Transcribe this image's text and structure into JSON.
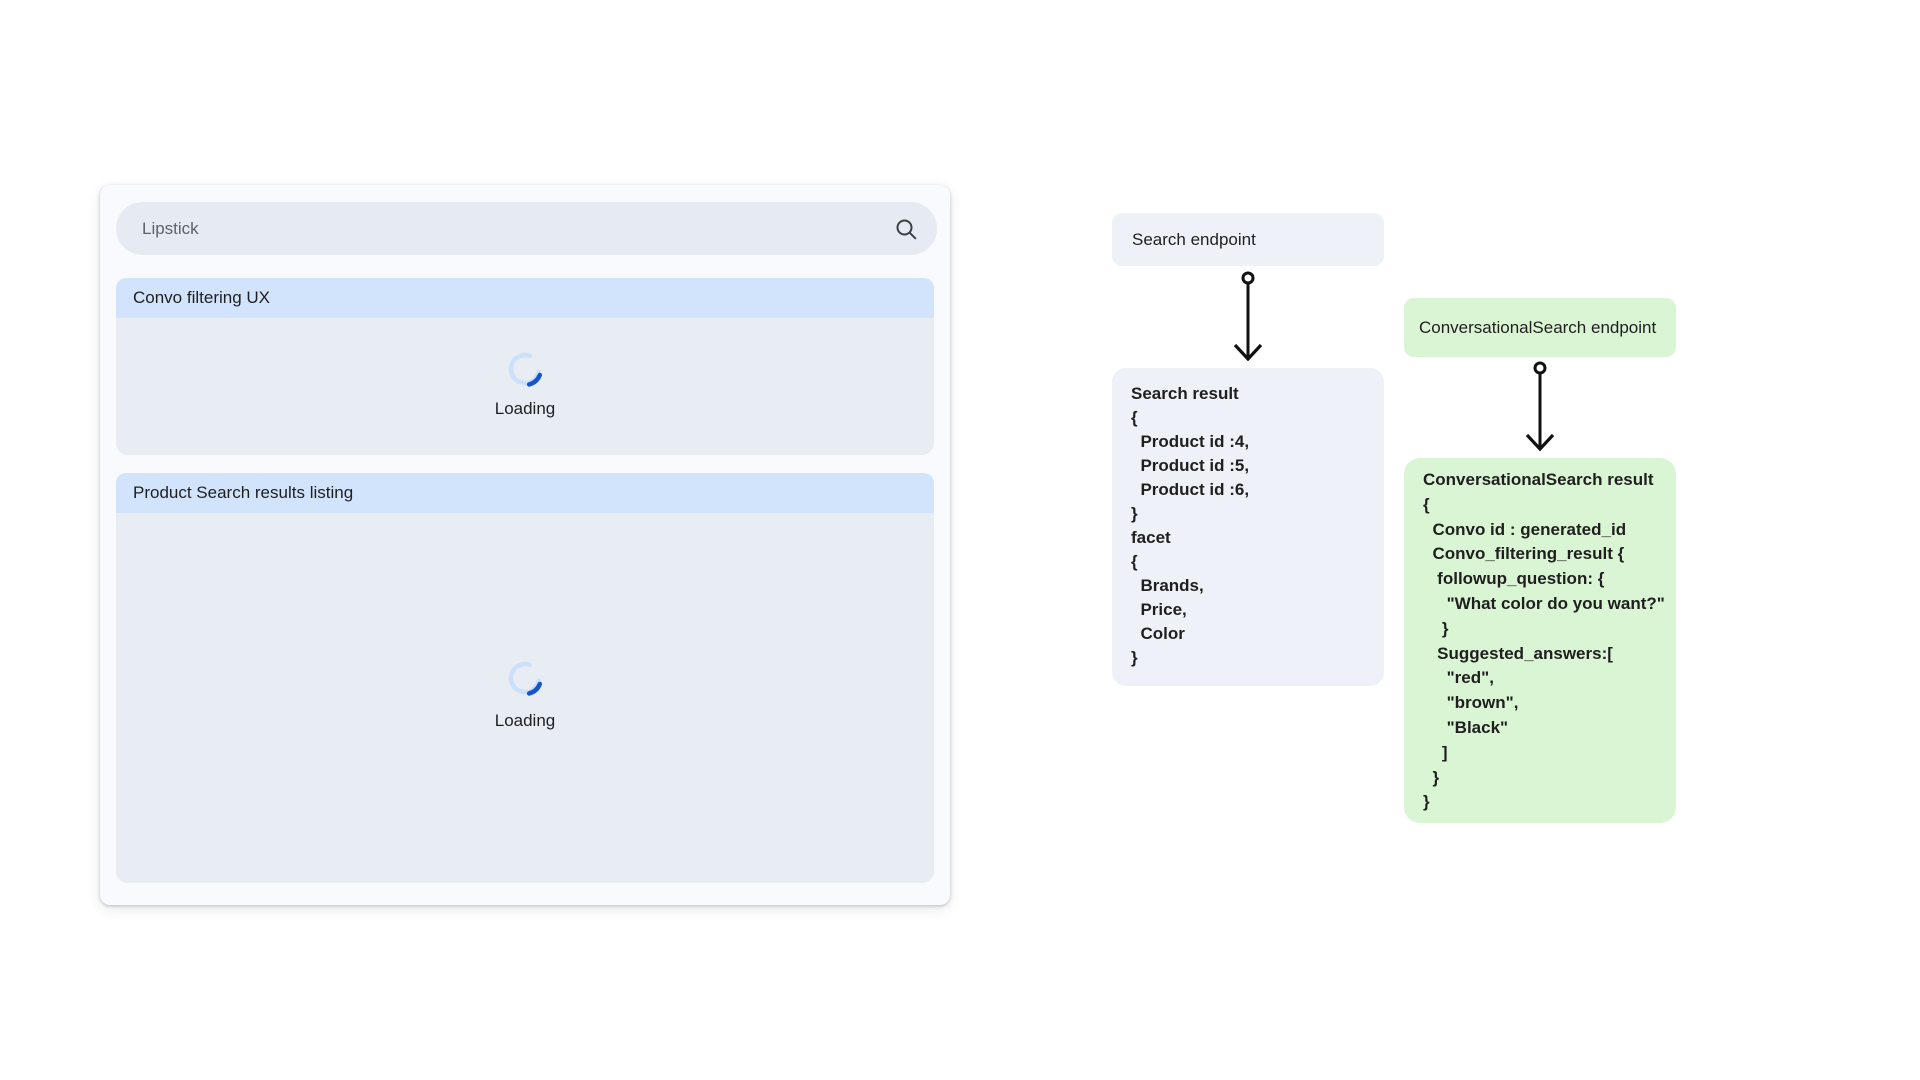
{
  "colors": {
    "card_bg": "#f8fafd",
    "panel_bg": "#e8ecf3",
    "header_bg": "#d2e3fc",
    "pill_bg": "#e6eaf2",
    "gray_node_bg": "#eef1f7",
    "green_node_bg": "#d9f5d3",
    "spinner_track": "#cbe0fa",
    "spinner_arc": "#1656c8",
    "text_primary": "#1f1f1f",
    "text_muted": "#5f6368",
    "arrow_color": "#111111"
  },
  "mock": {
    "search_bar": {
      "value": "Lipstick",
      "icon": "search-icon"
    },
    "sections": [
      {
        "title": "Convo filtering UX",
        "loading_label": "Loading",
        "spinner_icon": "spinner-icon"
      },
      {
        "title": "Product Search results listing",
        "loading_label": "Loading",
        "spinner_icon": "spinner-icon"
      }
    ]
  },
  "diagram": {
    "search_flow": {
      "endpoint_label": "Search endpoint",
      "result_lines": [
        "Search result",
        "{",
        "  Product id :4,",
        "  Product id :5,",
        "  Product id :6,",
        "}",
        "facet",
        "{",
        "  Brands,",
        "  Price,",
        "  Color",
        "}"
      ]
    },
    "conversational_flow": {
      "endpoint_label": "ConversationalSearch endpoint",
      "result_lines": [
        "ConversationalSearch result",
        "{",
        "  Convo id : generated_id",
        "  Convo_filtering_result {",
        "   followup_question: {",
        {
          "text": "     \"What color do you want?\"",
          "bold": true
        },
        "    }",
        "   Suggested_answers:[",
        "     \"red\",",
        "     \"brown\",",
        "     \"Black\"",
        "    ]",
        "  }",
        "}"
      ]
    }
  }
}
